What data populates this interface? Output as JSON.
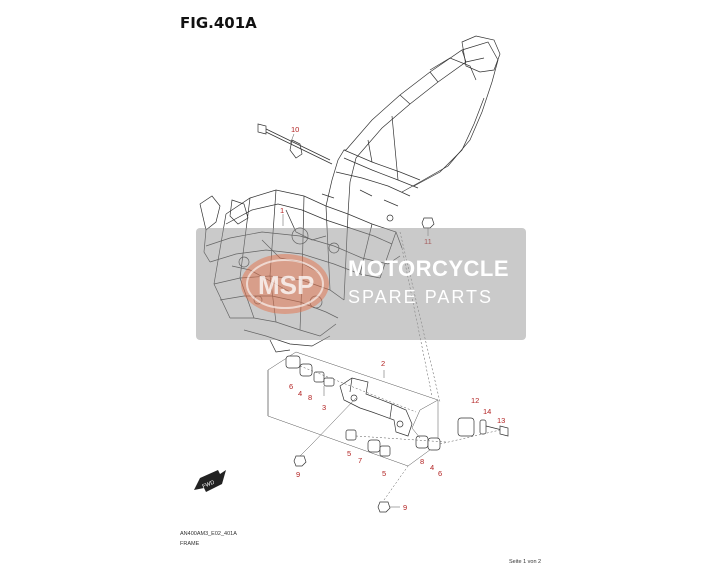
{
  "figure": {
    "title": "FIG.401A",
    "code": "AN400AM3_E02_401A",
    "name": "FRAME",
    "page": "Seite 1 von 2"
  },
  "callouts": {
    "c1": "1",
    "c2": "2",
    "c3": "3",
    "c4a": "4",
    "c4b": "4",
    "c5a": "5",
    "c5b": "5",
    "c6a": "6",
    "c6b": "6",
    "c7": "7",
    "c8a": "8",
    "c8b": "8",
    "c9a": "9",
    "c9b": "9",
    "c10": "10",
    "c11": "11",
    "c12": "12",
    "c13": "13",
    "c14": "14"
  },
  "fwd_label": "FWD",
  "watermark": {
    "line1": "MOTORCYCLE",
    "line2": "SPARE PARTS",
    "logo_text": "MSP"
  },
  "colors": {
    "callout": "#b22222",
    "watermark_bg": "#969696",
    "logo": "#e8683c"
  }
}
